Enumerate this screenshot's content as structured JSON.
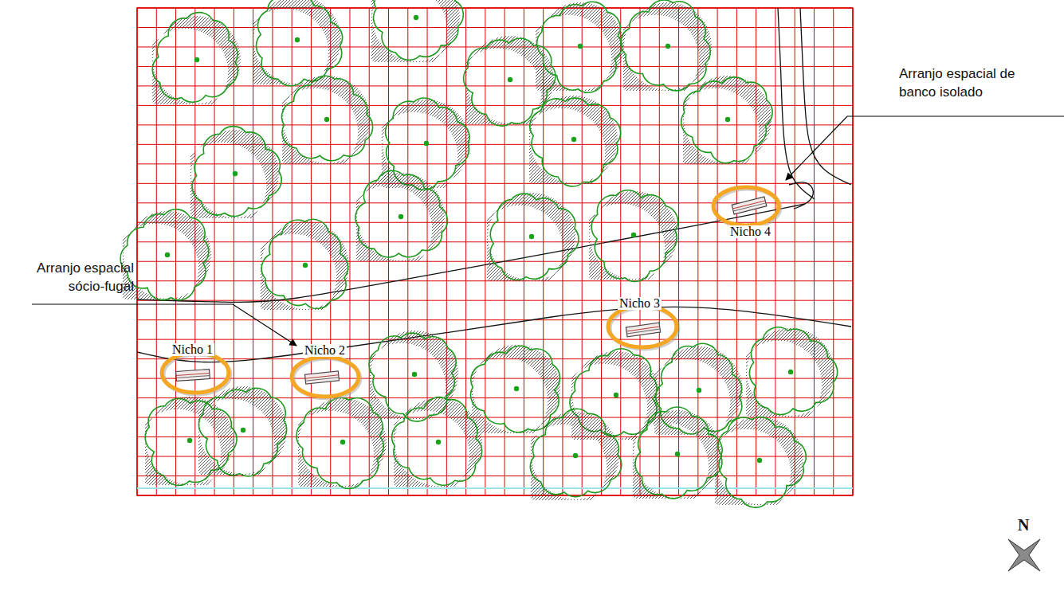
{
  "diagram": {
    "nodes": [
      {
        "text": [
          "Nicho 1"
        ]
      },
      {
        "text": [
          "Nicho 2"
        ]
      },
      {
        "text": [
          "Nicho 3"
        ]
      },
      {
        "text": [
          "Nicho 4"
        ]
      }
    ],
    "labels": [
      "Arranjo espacial sócio-fugal",
      "Arranjo espacial de banco isolado",
      "N"
    ]
  }
}
